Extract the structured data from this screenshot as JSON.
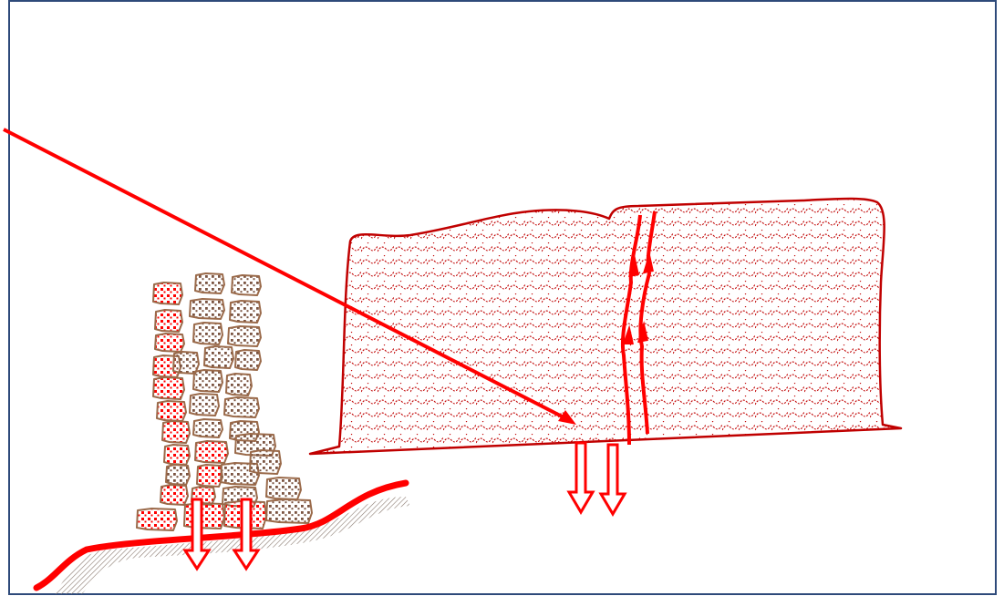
{
  "diagram": {
    "description_labels": [],
    "colors": {
      "frame": "#2e4a7a",
      "red": "#ff0000",
      "dark_red": "#c00000",
      "stone_outline": "#9a6a4a",
      "stone_dots": "#7a5340",
      "ground_hatch": "#8a7a70",
      "background": "#ffffff"
    },
    "elements": {
      "wall_block": "cracked-concrete-block",
      "stone_column": "masonry-stone-pillar",
      "ground": "ground-line",
      "pointer": "pointer-line",
      "cracks": "crack-lines",
      "settlement_arrows": "down-arrows"
    }
  }
}
